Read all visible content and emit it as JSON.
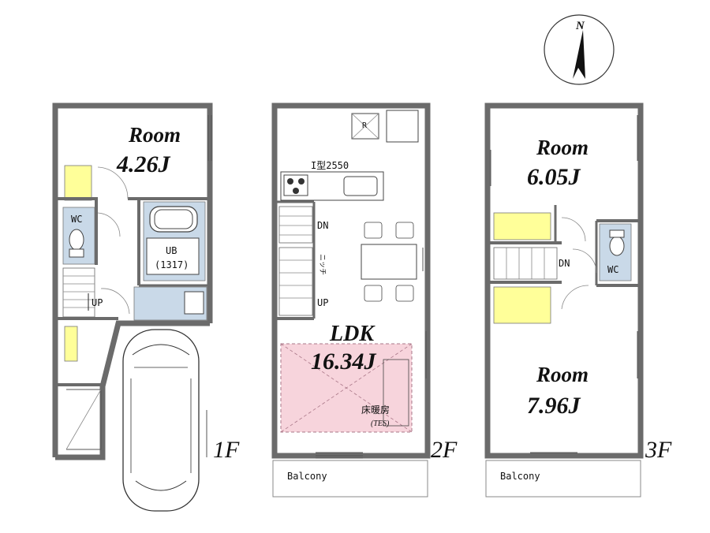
{
  "compass": {
    "north": "N"
  },
  "floor1": {
    "label": "1F",
    "room_name": "Room",
    "room_size": "4.26J",
    "wc": "WC",
    "ub": "UB",
    "ub_size": "(1317)",
    "stair_up": "UP"
  },
  "floor2": {
    "label": "2F",
    "kitchen": "I型2550",
    "fridge": "R",
    "stair_dn": "DN",
    "stair_up": "UP",
    "niche": "ニッチ",
    "ldk_name": "LDK",
    "ldk_size": "16.34J",
    "floor_heating": "床暖房",
    "floor_heating_type": "(TES)",
    "balcony": "Balcony"
  },
  "floor3": {
    "label": "3F",
    "room1_name": "Room",
    "room1_size": "6.05J",
    "room2_name": "Room",
    "room2_size": "7.96J",
    "stair_dn": "DN",
    "wc": "WC",
    "balcony": "Balcony"
  },
  "colors": {
    "storage": "#ffff99",
    "wet_area": "#c9d9e8",
    "floor_heating": "#f7d4dc",
    "wall": "#6b6b6b"
  }
}
